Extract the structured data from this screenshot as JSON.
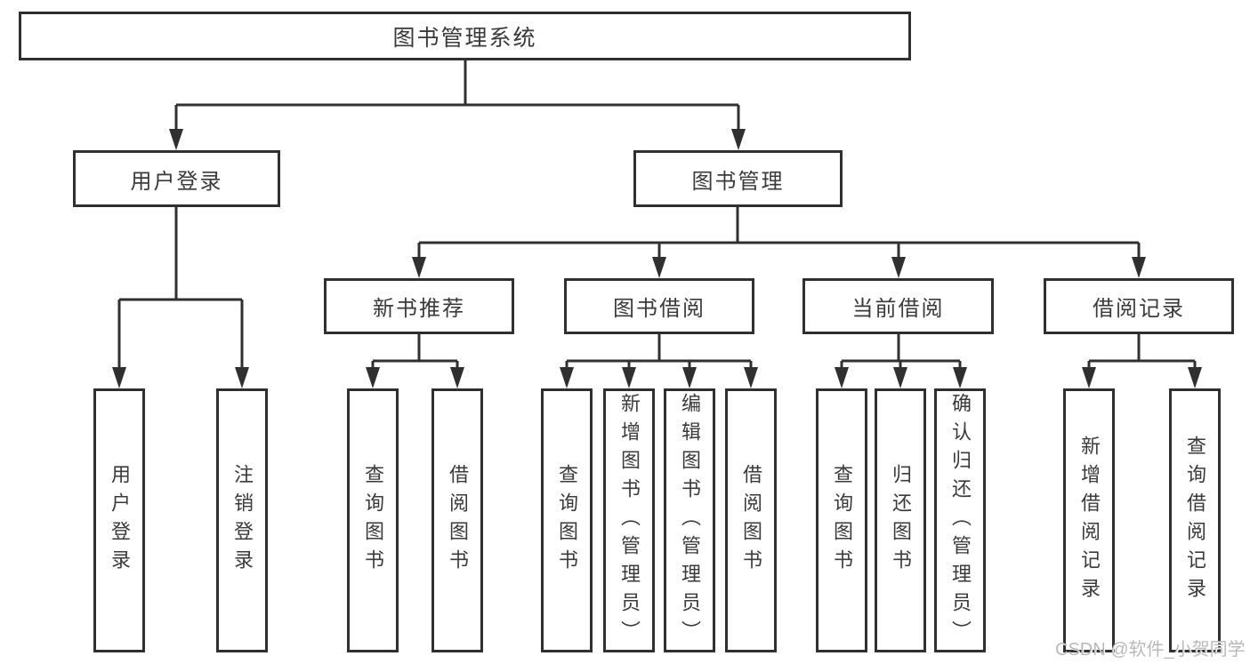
{
  "tree": {
    "label": "图书管理系统",
    "children": [
      {
        "label": "用户登录",
        "children": [
          {
            "label": "用户登录"
          },
          {
            "label": "注销登录"
          }
        ]
      },
      {
        "label": "图书管理",
        "children": [
          {
            "label": "新书推荐",
            "children": [
              {
                "label": "查询图书"
              },
              {
                "label": "借阅图书"
              }
            ]
          },
          {
            "label": "图书借阅",
            "children": [
              {
                "label": "查询图书"
              },
              {
                "label": "新增图书（管理员）"
              },
              {
                "label": "编辑图书（管理员）"
              },
              {
                "label": "借阅图书"
              }
            ]
          },
          {
            "label": "当前借阅",
            "children": [
              {
                "label": "查询图书"
              },
              {
                "label": "归还图书"
              },
              {
                "label": "确认归还（管理员）"
              }
            ]
          },
          {
            "label": "借阅记录",
            "children": [
              {
                "label": "新增借阅记录"
              },
              {
                "label": "查询借阅记录"
              }
            ]
          }
        ]
      }
    ]
  },
  "watermark": "CSDN @软件_小贺同学",
  "colors": {
    "line": "#303030",
    "text": "#3a3a3a",
    "box_background": "#ffffff",
    "page_background": "#ffffff",
    "watermark": "#b9b9b9"
  }
}
